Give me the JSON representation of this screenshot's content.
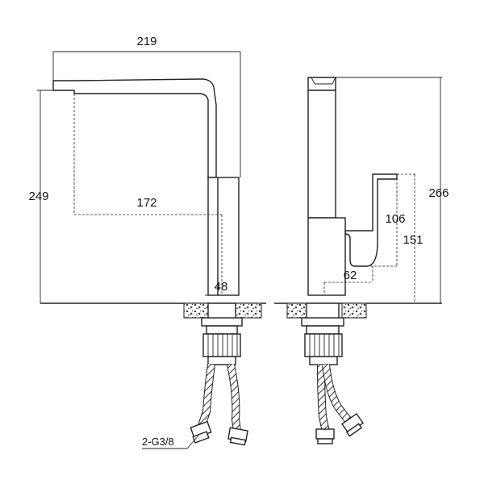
{
  "dimensions": {
    "width_total": "219",
    "height_total_front": "249",
    "reach": "172",
    "body_width": "48",
    "height_total_side": "266",
    "handle_height": "106",
    "body_height": "151",
    "handle_offset": "62"
  },
  "connection_label": "2-G3/8",
  "colors": {
    "line": "#222222",
    "background": "#ffffff"
  }
}
